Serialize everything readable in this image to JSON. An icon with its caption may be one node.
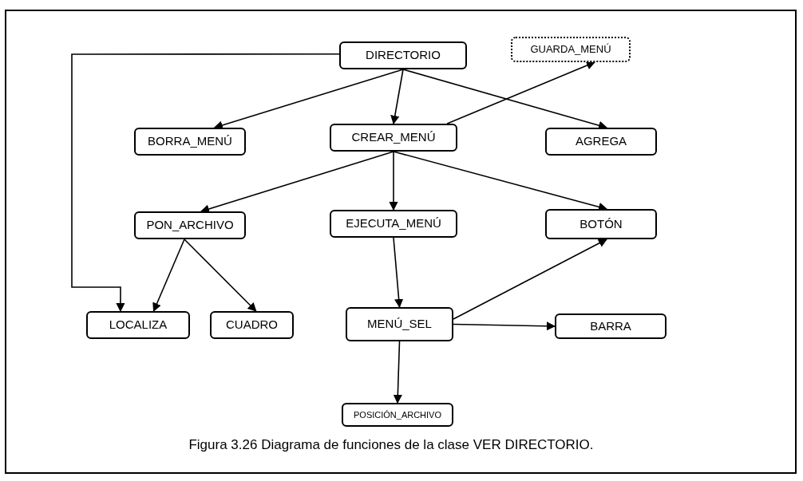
{
  "diagram": {
    "caption": "Figura 3.26 Diagrama de funciones de la clase VER DIRECTORIO.",
    "nodes": [
      {
        "text": [
          "DIRECTORIO"
        ]
      },
      {
        "text": [
          "GUARDA_MENÚ"
        ]
      },
      {
        "text": [
          "BORRA_MENÚ"
        ]
      },
      {
        "text": [
          "CREAR_MENÚ"
        ]
      },
      {
        "text": [
          "AGREGA"
        ]
      },
      {
        "text": [
          "PON_ARCHIVO"
        ]
      },
      {
        "text": [
          "EJECUTA_MENÚ"
        ]
      },
      {
        "text": [
          "BOTÓN"
        ]
      },
      {
        "text": [
          "LOCALIZA"
        ]
      },
      {
        "text": [
          "CUADRO"
        ]
      },
      {
        "text": [
          "MENÚ_SEL"
        ]
      },
      {
        "text": [
          "BARRA"
        ]
      },
      {
        "text": [
          "POSICIÓN_ARCHIVO"
        ]
      }
    ],
    "edges": [
      {
        "from": 0,
        "to": 2,
        "arrow": "to"
      },
      {
        "from": 0,
        "to": 3,
        "arrow": "to"
      },
      {
        "from": 0,
        "to": 4,
        "arrow": "to"
      },
      {
        "from": 3,
        "to": 1,
        "arrow": "to"
      },
      {
        "from": 3,
        "to": 5,
        "arrow": "to"
      },
      {
        "from": 3,
        "to": 6,
        "arrow": "to"
      },
      {
        "from": 3,
        "to": 7,
        "arrow": "to"
      },
      {
        "from": 5,
        "to": 8,
        "arrow": "to"
      },
      {
        "from": 5,
        "to": 9,
        "arrow": "to"
      },
      {
        "from": 0,
        "to": 8,
        "arrow": "to"
      },
      {
        "from": 6,
        "to": 10,
        "arrow": "to"
      },
      {
        "from": 10,
        "to": 7,
        "arrow": "to"
      },
      {
        "from": 10,
        "to": 11,
        "arrow": "to"
      },
      {
        "from": 10,
        "to": 12,
        "arrow": "to"
      }
    ]
  }
}
